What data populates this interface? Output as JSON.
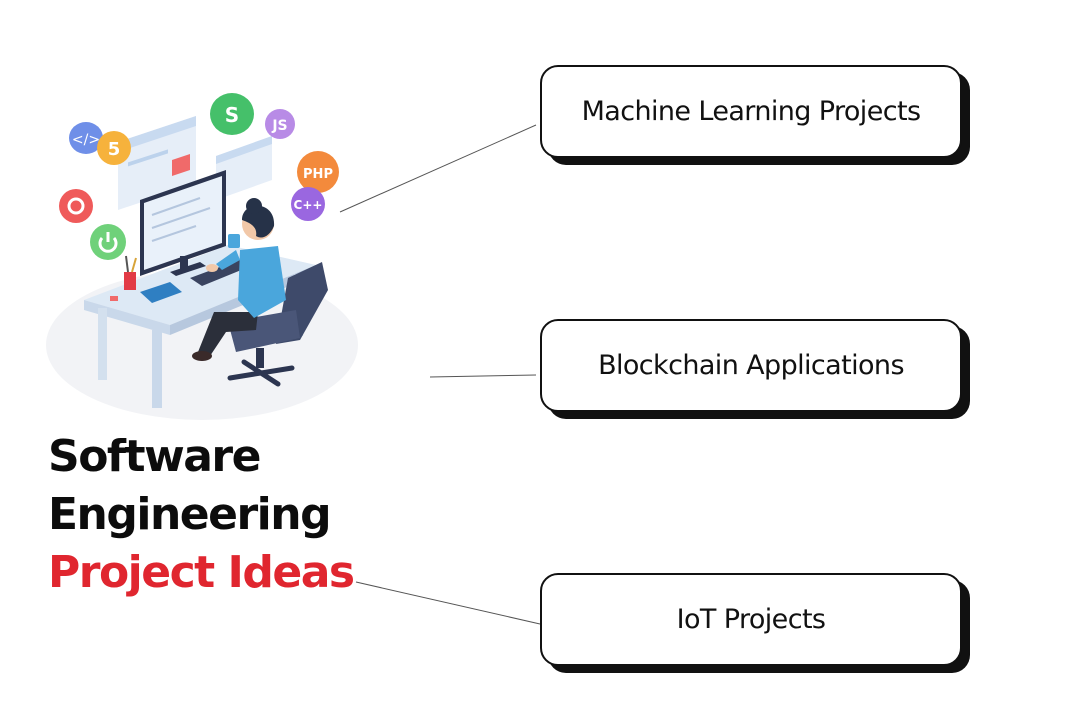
{
  "title": {
    "line1": "Software",
    "line2": "Engineering",
    "line3": "Project Ideas"
  },
  "boxes": [
    {
      "label": "Machine Learning Projects"
    },
    {
      "label": "Blockchain Applications"
    },
    {
      "label": "IoT Projects"
    }
  ],
  "icons": [
    "code-icon",
    "html5-icon",
    "css-icon",
    "js-icon",
    "php-icon",
    "cpp-icon",
    "gear-icon",
    "power-icon"
  ],
  "colors": {
    "accent": "#e0262f",
    "text": "#0c0c0c",
    "shirt": "#4aa6dc",
    "chair": "#3e4a6a",
    "desk": "#dde9f5"
  }
}
